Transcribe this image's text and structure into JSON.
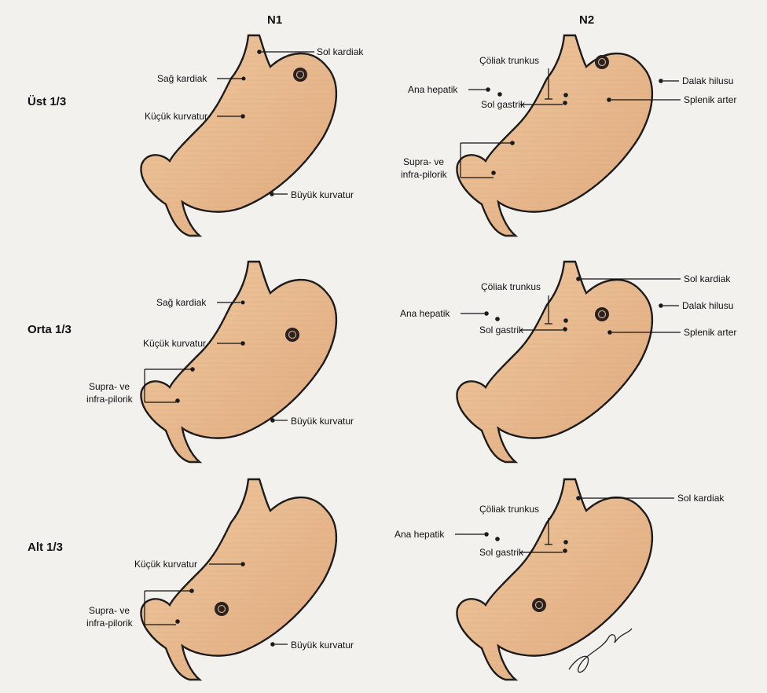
{
  "columns": [
    "N1",
    "N2"
  ],
  "rows": [
    "Üst 1/3",
    "Orta 1/3",
    "Alt 1/3"
  ],
  "labels": {
    "sag_kardiak": "Sağ kardiak",
    "sol_kardiak": "Sol kardiak",
    "kucuk_kurvatur": "Küçük kurvatur",
    "buyuk_kurvatur": "Büyük kurvatur",
    "supra_ve": "Supra- ve",
    "infra_pilorik": "infra-pilorik",
    "coliak_trunkus": "Çöliak trunkus",
    "ana_hepatik": "Ana hepatik",
    "sol_gastrik": "Sol gastrik",
    "dalak_hilusu": "Dalak hilusu",
    "splenik_arter": "Splenik arter"
  },
  "colors": {
    "stomach": "#e8b98e",
    "outline": "#1a1a1a",
    "background": "#f3f1ee"
  },
  "signature": "author signature (handwritten)"
}
